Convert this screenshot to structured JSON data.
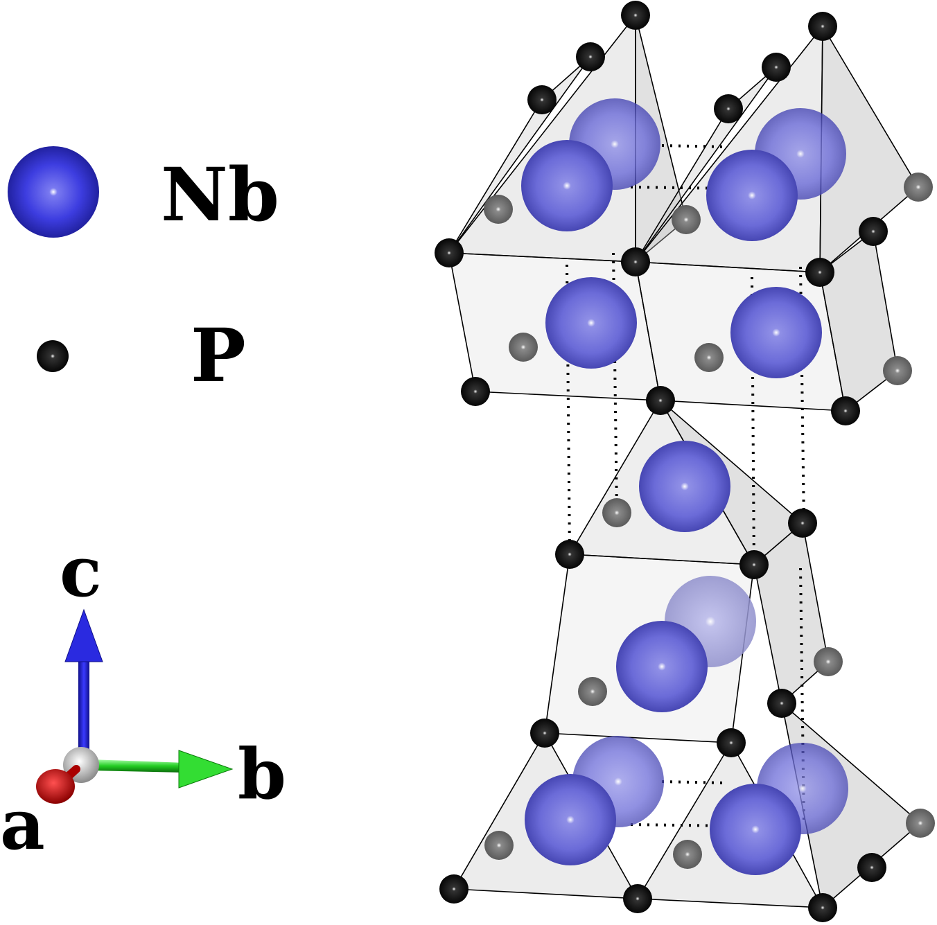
{
  "legend": {
    "items": [
      {
        "symbol": "Nb",
        "color": "#2a2ad8",
        "kind": "large-sphere"
      },
      {
        "symbol": "P",
        "color": "#000000",
        "kind": "small-sphere"
      }
    ]
  },
  "axes": {
    "a": {
      "label": "a",
      "color": "#cc0000"
    },
    "b": {
      "label": "b",
      "color": "#22cc22"
    },
    "c": {
      "label": "c",
      "color": "#1a1ad8"
    }
  },
  "structure": {
    "atom_colors": {
      "Nb": "#3a3ae0",
      "P": "#000000"
    },
    "polyhedron_fill": "#d0d0d0"
  }
}
